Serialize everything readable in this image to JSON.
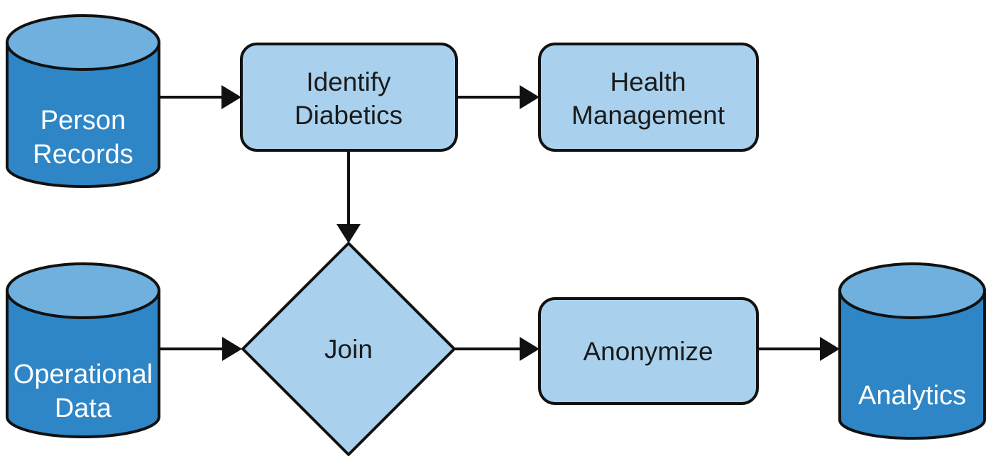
{
  "nodes": {
    "person_records": {
      "line1": "Person",
      "line2": "Records"
    },
    "operational_data": {
      "line1": "Operational",
      "line2": "Data"
    },
    "identify_diabetics": {
      "line1": "Identify",
      "line2": "Diabetics"
    },
    "health_management": {
      "line1": "Health",
      "line2": "Management"
    },
    "join": {
      "label": "Join"
    },
    "anonymize": {
      "label": "Anonymize"
    },
    "analytics": {
      "label": "Analytics"
    }
  },
  "colors": {
    "datastore_fill": "#2f86c6",
    "datastore_top": "#6fb0de",
    "process_fill": "#a9d1ee",
    "stroke": "#111111"
  }
}
